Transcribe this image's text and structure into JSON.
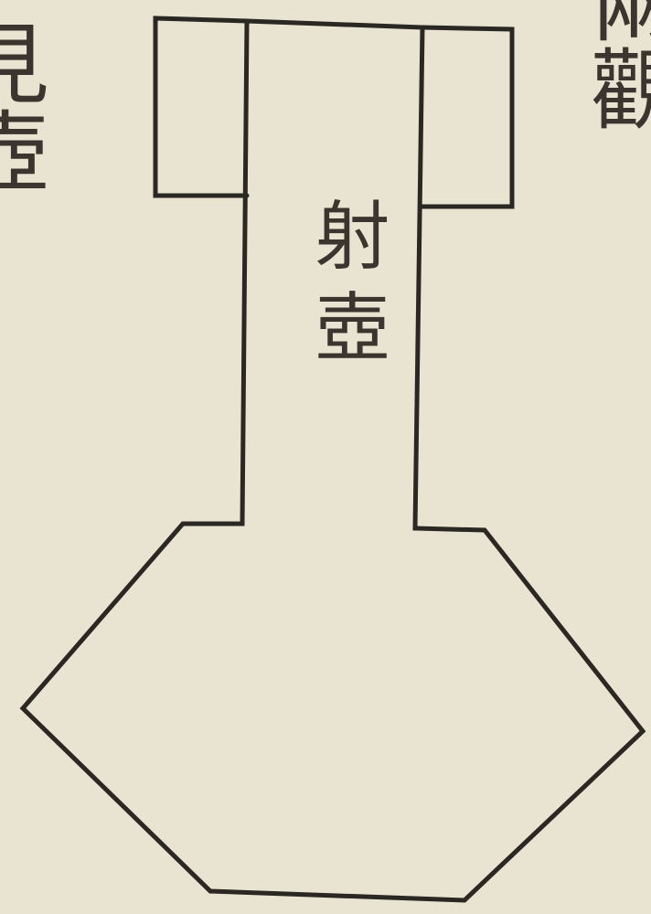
{
  "diagram": {
    "label": "射壺",
    "margin_left": "見壺",
    "margin_right": "兩觀"
  },
  "colors": {
    "paper": "#e9e3d2",
    "ink": "#2b2722"
  }
}
